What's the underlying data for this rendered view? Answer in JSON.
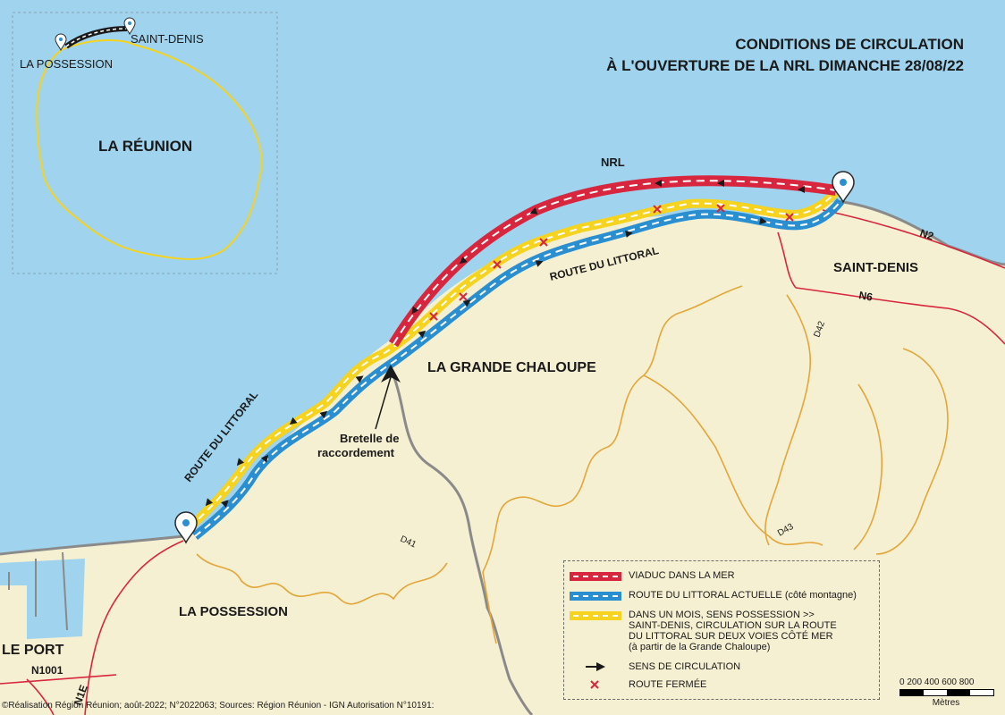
{
  "title": {
    "line1": "CONDITIONS DE CIRCULATION",
    "line2": "À L'OUVERTURE DE LA NRL DIMANCHE 28/08/22"
  },
  "inset": {
    "island": "LA RÉUNION",
    "saint_denis": "SAINT-DENIS",
    "la_possession": "LA POSSESSION"
  },
  "places": {
    "saint_denis": "SAINT-DENIS",
    "grande_chaloupe": "LA GRANDE CHALOUPE",
    "la_possession": "LA POSSESSION",
    "le_port": "LE PORT"
  },
  "roads": {
    "nrl": "NRL",
    "route_littoral_east": "ROUTE DU LITTORAL",
    "route_littoral_west": "ROUTE DU LITTORAL",
    "n2": "N2",
    "n6": "N6",
    "n1001": "N1001",
    "n1e": "N1E",
    "d42": "D42",
    "d41": "D41",
    "d43": "D43"
  },
  "annotation": {
    "line1": "Bretelle de",
    "line2": "raccordement"
  },
  "legend": {
    "viaduc": "VIADUC DANS LA MER",
    "route_actuelle": "ROUTE DU LITTORAL ACTUELLE (côté montagne)",
    "un_mois_1": "DANS UN MOIS, SENS POSSESSION >>",
    "un_mois_2": "SAINT-DENIS, CIRCULATION SUR LA ROUTE",
    "un_mois_3": "DU LITTORAL SUR DEUX VOIES CÔTÉ MER",
    "un_mois_4": "(à partir de la Grande Chaloupe)",
    "sens": "SENS DE CIRCULATION",
    "fermee": "ROUTE FERMÉE"
  },
  "scale": {
    "labels": "0   200 400 600 800",
    "unit": "Mètres"
  },
  "credit": "©Réalisation Région Réunion; août-2022; N°2022063; Sources: Région Réunion - IGN  Autorisation N°10191:",
  "colors": {
    "sea": "#9fd3ee",
    "land": "#f6f0d2",
    "viaduc_red": "#d7263d",
    "route_blue": "#2a8fd0",
    "future_yellow": "#f5d31f",
    "national_road_red": "#d7263d",
    "departmental_orange": "#e3a63a",
    "border_grey": "#8a8a8a",
    "inset_outline": "#f5d31f"
  },
  "icons": [
    "location-pin-icon",
    "direction-arrow-icon",
    "closed-x-icon"
  ]
}
